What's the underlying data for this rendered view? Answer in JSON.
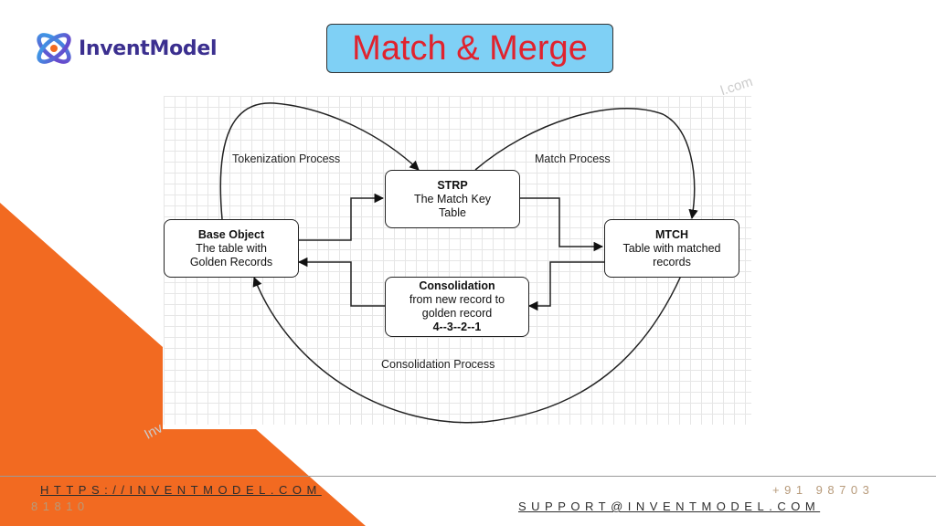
{
  "brand": {
    "name": "InventModel",
    "logo_icon": "atom-orbit-icon",
    "colors": {
      "orange": "#f26a21",
      "navy": "#3b2f8f",
      "title_bg": "#7fd0f5",
      "title_text": "#e0232e"
    }
  },
  "title": "Match & Merge",
  "watermark": {
    "text_right": "l.com",
    "text_left": "Inv"
  },
  "diagram": {
    "nodes": {
      "base": {
        "title": "Base Object",
        "line1": "The table with",
        "line2": "Golden Records"
      },
      "strp": {
        "title": "STRP",
        "line1": "The Match Key",
        "line2": "Table"
      },
      "mtch": {
        "title": "MTCH",
        "line1": "Table with matched",
        "line2": "records"
      },
      "cons": {
        "title": "Consolidation",
        "line1": "from new record to",
        "line2": "golden record",
        "line3": "4--3--2--1"
      }
    },
    "edges": {
      "tokenization": "Tokenization Process",
      "match": "Match Process",
      "consolidation": "Consolidation Process"
    }
  },
  "footer": {
    "url": "HTTPS://INVENTMODEL.COM",
    "phone_part1": "+91 98703",
    "phone_part2": "81810",
    "email": "SUPPORT@INVENTMODEL.COM"
  }
}
